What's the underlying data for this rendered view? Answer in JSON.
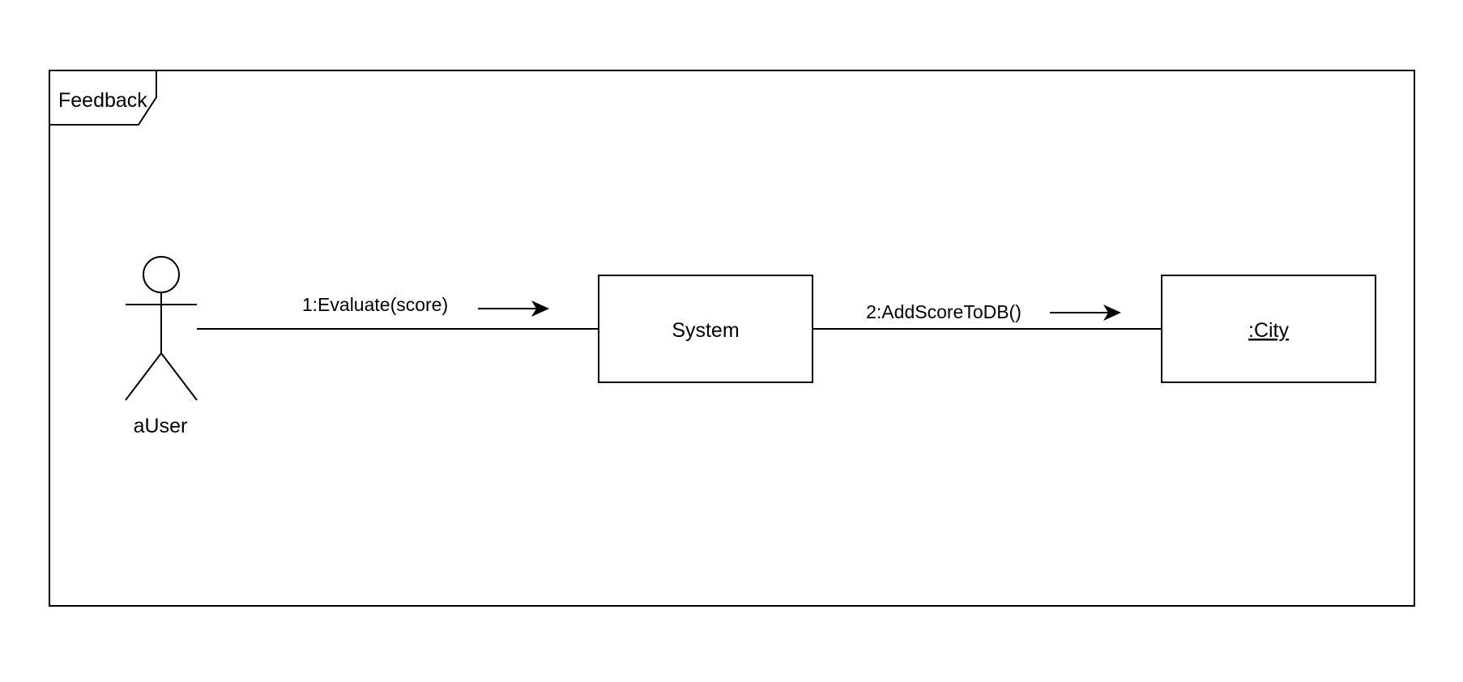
{
  "diagram": {
    "frame_title": "Feedback",
    "actor": {
      "name": "aUser"
    },
    "objects": {
      "system": "System",
      "city": ":City"
    },
    "messages": {
      "first": "1:Evaluate(score)",
      "second": "2:AddScoreToDB()"
    },
    "colors": {
      "stroke": "#000000",
      "background": "#ffffff"
    }
  }
}
